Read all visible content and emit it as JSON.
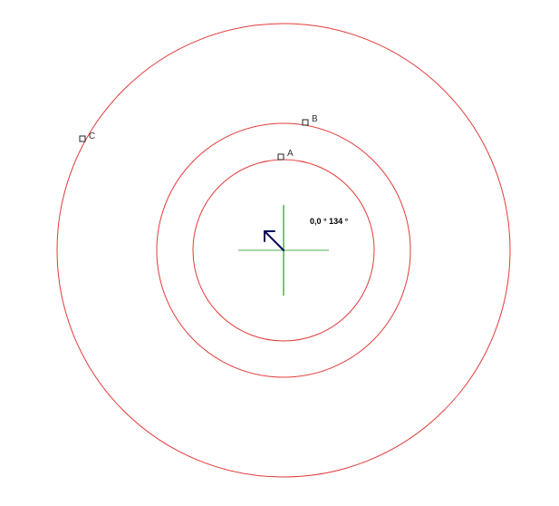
{
  "colors": {
    "circle": "#e23b3b",
    "crosshair": "#4caf50",
    "arrow": "#0a0a5a",
    "point_marker": "#222222",
    "label": "#333333",
    "readout": "#000000",
    "background": "#ffffff"
  },
  "readout": {
    "text": "0,0 ° 134 °",
    "heading_deg": 134
  },
  "points": [
    {
      "label": "A"
    },
    {
      "label": "B"
    },
    {
      "label": "C"
    }
  ],
  "icons": {
    "direction": "arrow-icon",
    "marker": "square-marker-icon"
  }
}
